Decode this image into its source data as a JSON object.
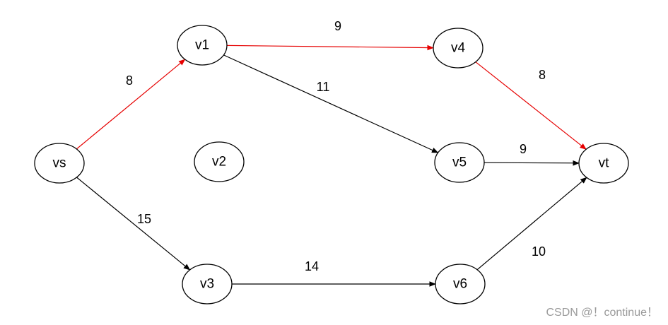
{
  "nodes": [
    {
      "id": "vs",
      "label": "vs"
    },
    {
      "id": "v1",
      "label": "v1"
    },
    {
      "id": "v2",
      "label": "v2"
    },
    {
      "id": "v3",
      "label": "v3"
    },
    {
      "id": "v4",
      "label": "v4"
    },
    {
      "id": "v5",
      "label": "v5"
    },
    {
      "id": "v6",
      "label": "v6"
    },
    {
      "id": "vt",
      "label": "vt"
    }
  ],
  "edges": [
    {
      "from": "vs",
      "to": "v1",
      "weight": "8",
      "color": "#e60000"
    },
    {
      "from": "v1",
      "to": "v4",
      "weight": "9",
      "color": "#e60000"
    },
    {
      "from": "v4",
      "to": "vt",
      "weight": "8",
      "color": "#e60000"
    },
    {
      "from": "v1",
      "to": "v5",
      "weight": "11",
      "color": "#000000"
    },
    {
      "from": "v5",
      "to": "vt",
      "weight": "9",
      "color": "#000000"
    },
    {
      "from": "vs",
      "to": "v3",
      "weight": "15",
      "color": "#000000"
    },
    {
      "from": "v3",
      "to": "v6",
      "weight": "14",
      "color": "#000000"
    },
    {
      "from": "v6",
      "to": "vt",
      "weight": "10",
      "color": "#000000"
    }
  ],
  "watermark": "CSDN @！continue！"
}
